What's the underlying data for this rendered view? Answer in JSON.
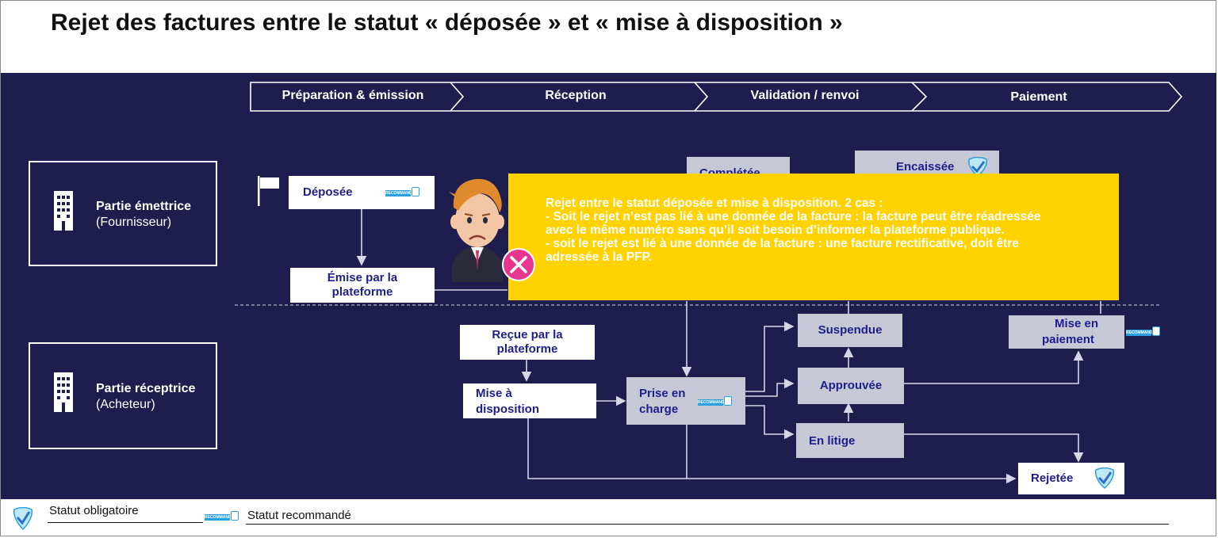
{
  "title": "Rejet des factures entre le statut « déposée » et « mise à disposition »",
  "phases": [
    "Préparation & émission",
    "Réception",
    "Validation / renvoi",
    "Paiement"
  ],
  "parties": {
    "emitter": {
      "name": "Partie émettrice",
      "sub": "(Fournisseur)"
    },
    "receiver": {
      "name": "Partie réceptrice",
      "sub": "(Acheteur)"
    }
  },
  "statuses": {
    "deposee": "Déposée",
    "emise_1": "Émise par la",
    "emise_2": "plateforme",
    "recue_1": "Reçue par la",
    "recue_2": "plateforme",
    "mad_1": "Mise à",
    "mad_2": "disposition",
    "prise_1": "Prise en",
    "prise_2": "charge",
    "completee": "Complétée",
    "encaissee": "Encaissée",
    "suspendue": "Suspendue",
    "approuvee": "Approuvée",
    "en_litige": "En litige",
    "mise_paiement_1": "Mise en",
    "mise_paiement_2": "paiement",
    "rejetee": "Rejetée"
  },
  "note": {
    "lines": [
      "Rejet entre le statut déposée et mise à disposition.  2 cas :",
      "- Soit le rejet n’est pas lié à une donnée de la facture : la facture peut être réadressée",
      "avec le même numéro sans qu’il soit besoin d’informer la plateforme publique.",
      "- soit le rejet est lié à une donnée de la facture : une facture rectificative, doit être",
      "adressée à la PFP."
    ]
  },
  "legend": {
    "mandatory": "Statut obligatoire",
    "recommended": "Statut recommandé"
  },
  "colors": {
    "background": "#1e1d4e",
    "status_text": "#1e1d8c",
    "note": "#ffd200",
    "reject_icon": "#e8368f"
  }
}
